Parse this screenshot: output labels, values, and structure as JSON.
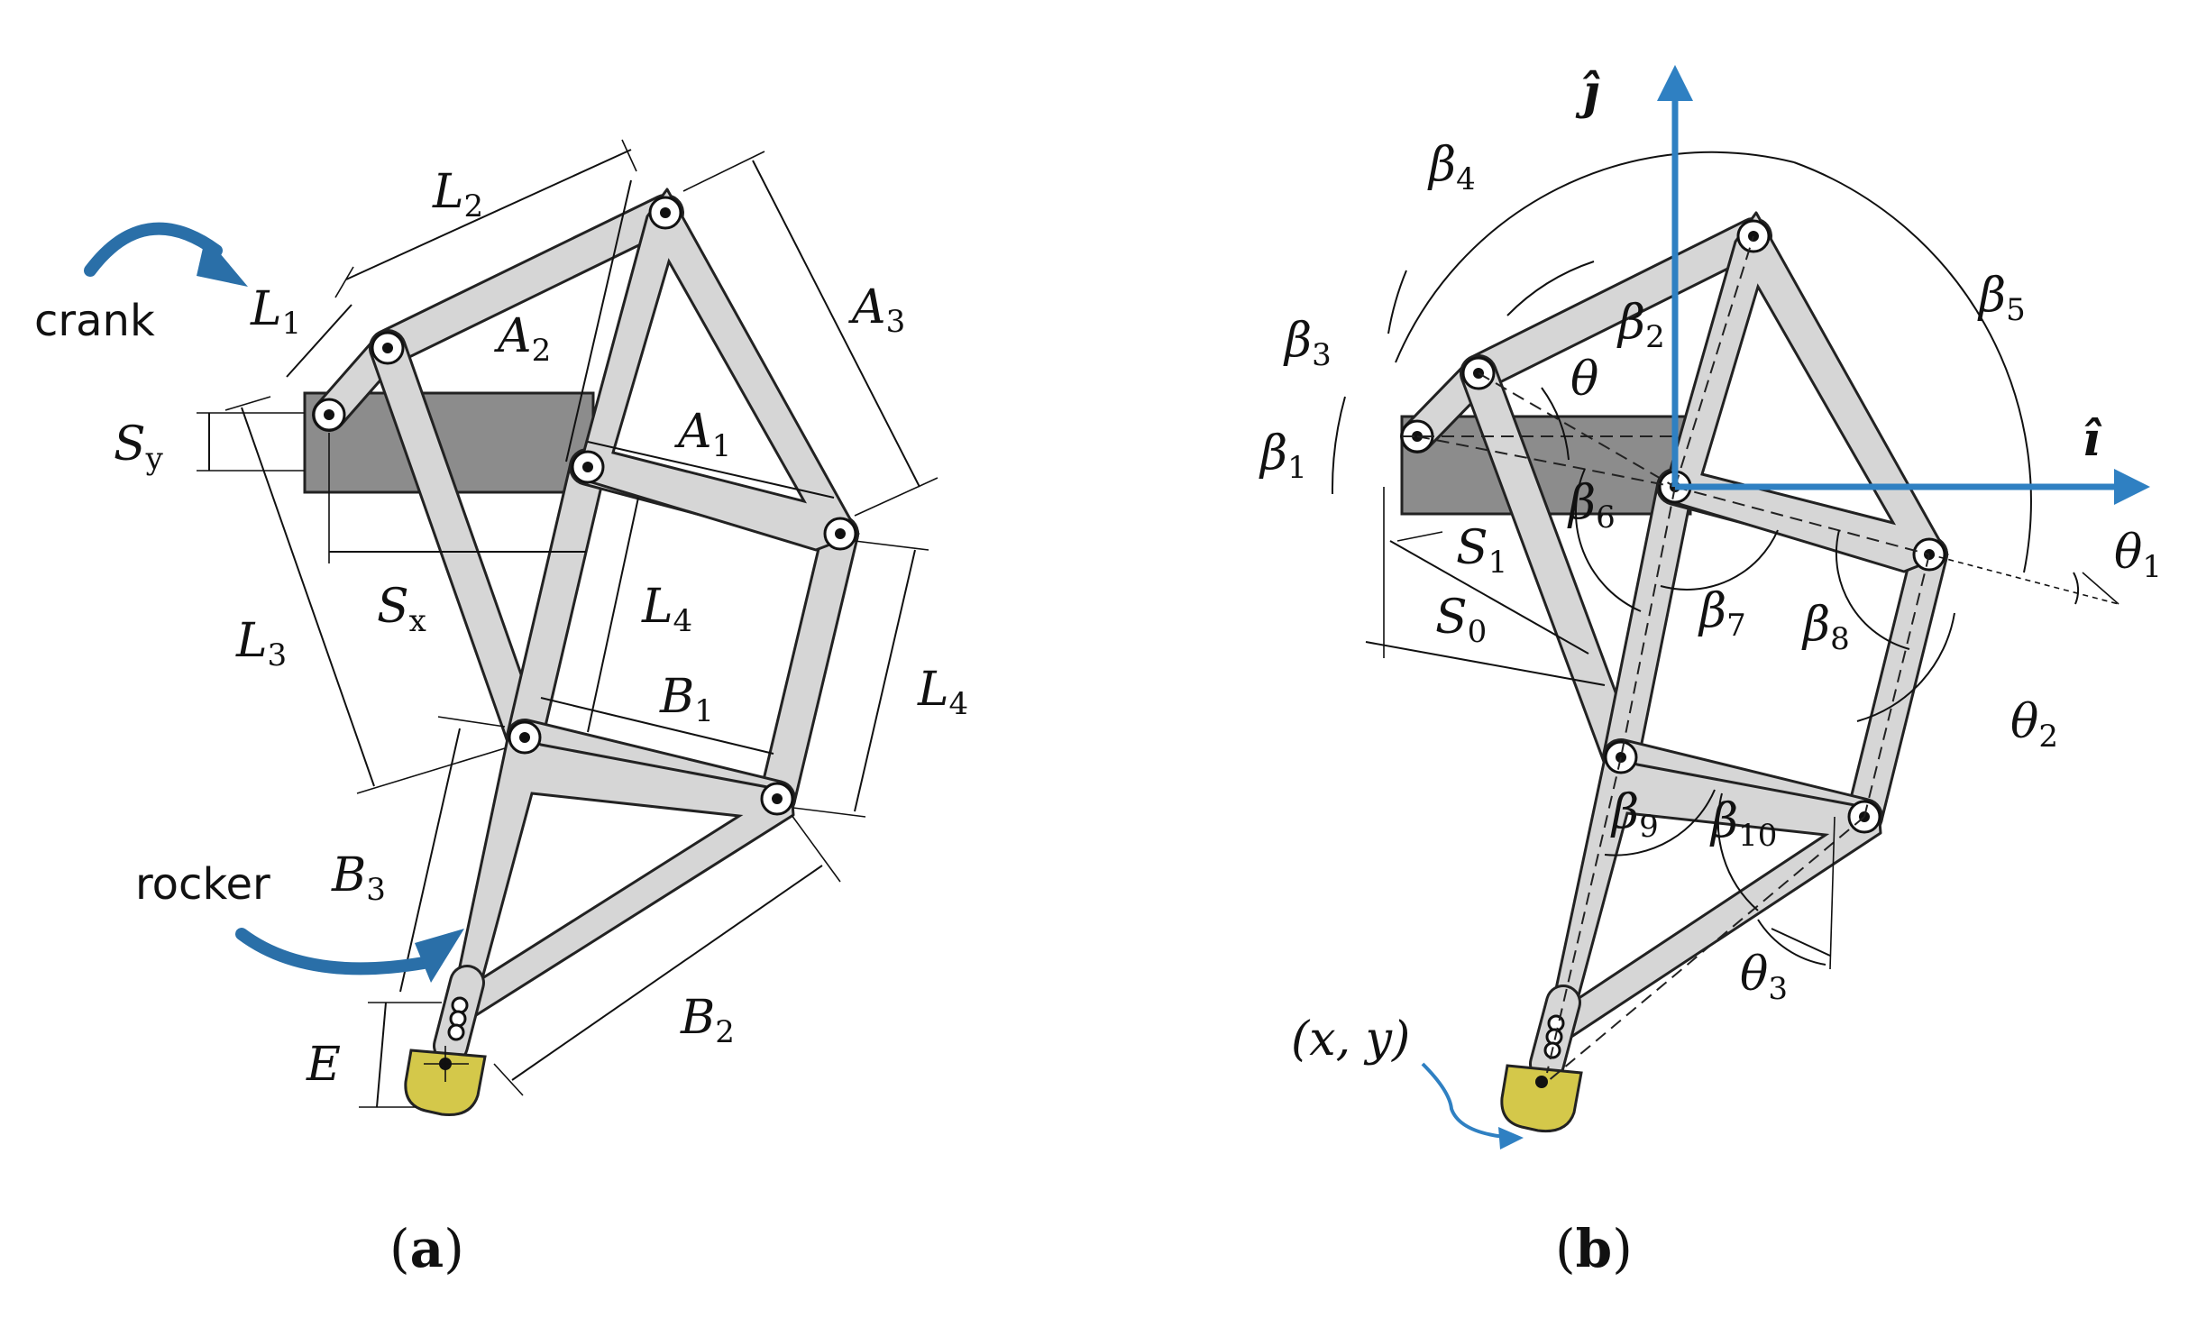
{
  "panel_a": {
    "words": {
      "crank": "crank",
      "rocker": "rocker"
    },
    "labels": {
      "L1": {
        "main": "L",
        "sub": "1"
      },
      "L2": {
        "main": "L",
        "sub": "2"
      },
      "L3": {
        "main": "L",
        "sub": "3"
      },
      "L4a": {
        "main": "L",
        "sub": "4"
      },
      "L4b": {
        "main": "L",
        "sub": "4"
      },
      "A1": {
        "main": "A",
        "sub": "1"
      },
      "A2": {
        "main": "A",
        "sub": "2"
      },
      "A3": {
        "main": "A",
        "sub": "3"
      },
      "B1": {
        "main": "B",
        "sub": "1"
      },
      "B2": {
        "main": "B",
        "sub": "2"
      },
      "B3": {
        "main": "B",
        "sub": "3"
      },
      "Sx": {
        "main": "S",
        "sub": "x"
      },
      "Sy": {
        "main": "S",
        "sub": "y"
      },
      "E": {
        "main": "E",
        "sub": ""
      }
    },
    "caption": {
      "open": "(",
      "letter": "a",
      "close": ")"
    }
  },
  "panel_b": {
    "axes": {
      "i": "î",
      "j": "ĵ"
    },
    "point_label": "(x, y)",
    "labels": {
      "beta1": {
        "main": "β",
        "sub": "1"
      },
      "beta2": {
        "main": "β",
        "sub": "2"
      },
      "beta3": {
        "main": "β",
        "sub": "3"
      },
      "beta4": {
        "main": "β",
        "sub": "4"
      },
      "beta5": {
        "main": "β",
        "sub": "5"
      },
      "beta6": {
        "main": "β",
        "sub": "6"
      },
      "beta7": {
        "main": "β",
        "sub": "7"
      },
      "beta8": {
        "main": "β",
        "sub": "8"
      },
      "beta9": {
        "main": "β",
        "sub": "9"
      },
      "beta10": {
        "main": "β",
        "sub": "10"
      },
      "theta": {
        "main": "θ",
        "sub": ""
      },
      "theta1": {
        "main": "θ",
        "sub": "1"
      },
      "theta2": {
        "main": "θ",
        "sub": "2"
      },
      "theta3": {
        "main": "θ",
        "sub": "3"
      },
      "S0": {
        "main": "S",
        "sub": "0"
      },
      "S1": {
        "main": "S",
        "sub": "1"
      }
    },
    "caption": {
      "open": "(",
      "letter": "b",
      "close": ")"
    }
  },
  "colors": {
    "link_fill": "#d6d6d6",
    "ground_fill": "#8c8c8c",
    "foot_fill": "#d4c84a",
    "axis_blue": "#2f80c2",
    "arrow_blue": "#2a6fa8"
  }
}
